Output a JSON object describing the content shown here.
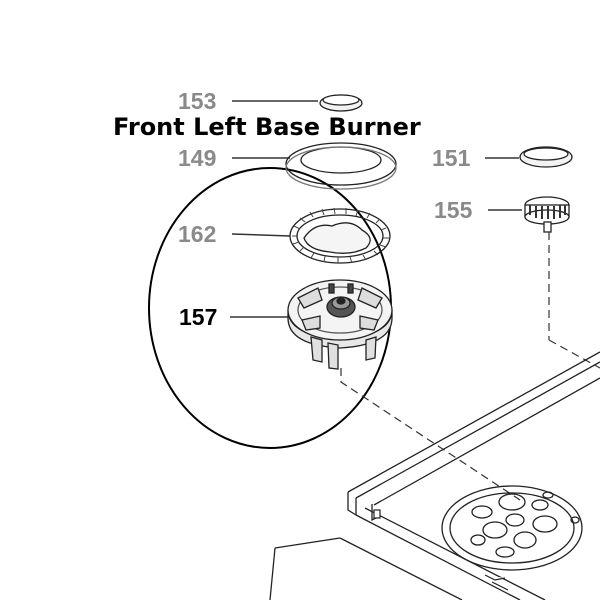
{
  "diagram": {
    "title": "Front Left Base Burner",
    "callouts": [
      {
        "id": "153",
        "label": "153",
        "highlighted": false
      },
      {
        "id": "149",
        "label": "149",
        "highlighted": false
      },
      {
        "id": "151",
        "label": "151",
        "highlighted": false
      },
      {
        "id": "155",
        "label": "155",
        "highlighted": false
      },
      {
        "id": "162",
        "label": "162",
        "highlighted": false
      },
      {
        "id": "157",
        "label": "157",
        "highlighted": true
      }
    ],
    "colors": {
      "callout_gray": "#8a8a8a",
      "highlight_text": "#000000",
      "line": "#1a1a1a",
      "circle": "#000000"
    }
  }
}
